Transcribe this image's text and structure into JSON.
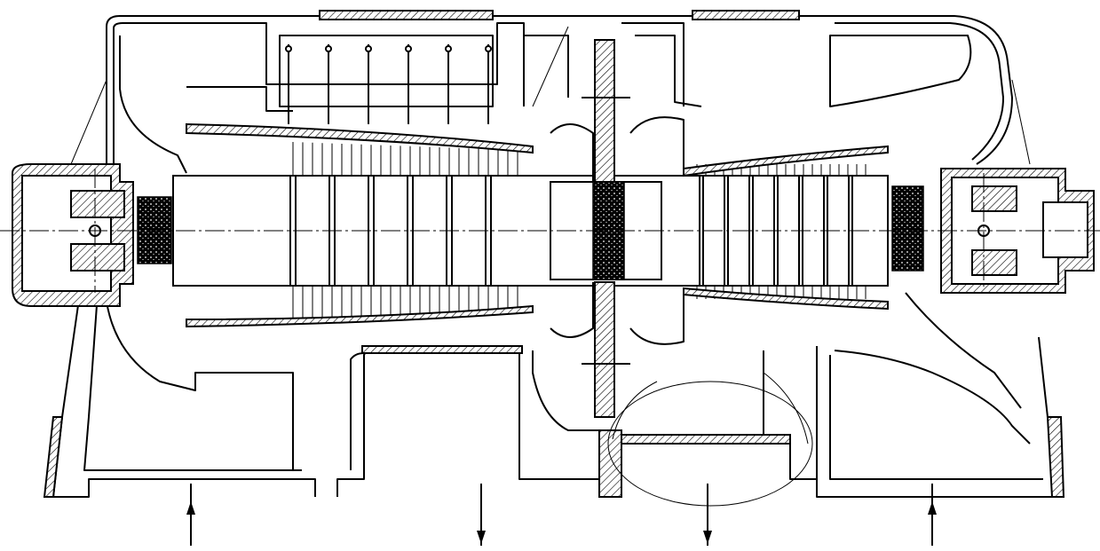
{
  "drawing": {
    "background_color": "#ffffff",
    "line_color": "#000000",
    "components": [
      "outer-casing",
      "rotor-shaft",
      "compressor-blades",
      "turbine-blades",
      "front-bearing-housing",
      "rear-bearing-housing",
      "center-bearing-assembly",
      "front-support",
      "middle-support",
      "rear-support",
      "flow-arrows"
    ],
    "flow_arrows": [
      {
        "id": "arrow-1",
        "direction": "up"
      },
      {
        "id": "arrow-2",
        "direction": "down"
      },
      {
        "id": "arrow-3",
        "direction": "down"
      },
      {
        "id": "arrow-4",
        "direction": "up"
      }
    ]
  }
}
